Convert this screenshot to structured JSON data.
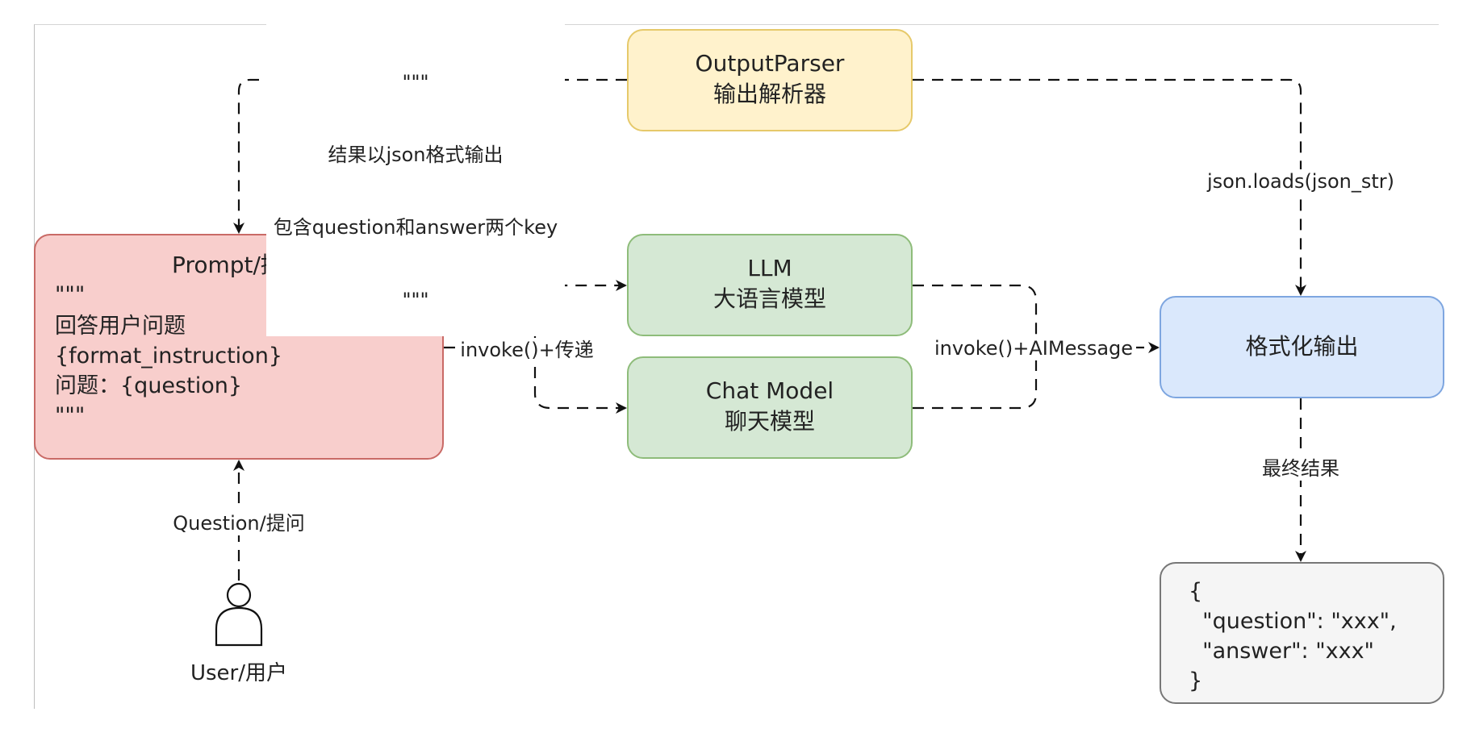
{
  "nodes": {
    "output_parser": {
      "line1": "OutputParser",
      "line2": "输出解析器"
    },
    "prompt": {
      "title": "Prompt/提示",
      "lines": [
        "\"\"\"",
        "回答用户问题",
        "{format_instruction}",
        "问题：{question}",
        "\"\"\""
      ]
    },
    "llm": {
      "line1": "LLM",
      "line2": "大语言模型"
    },
    "chat_model": {
      "line1": "Chat Model",
      "line2": "聊天模型"
    },
    "format_output": {
      "label": "格式化输出"
    },
    "result": {
      "lines": [
        "{",
        "  \"question\": \"xxx\",",
        "  \"answer\": \"xxx\"",
        "}"
      ]
    },
    "user": {
      "label": "User/用户"
    }
  },
  "edges": {
    "parser_to_prompt": {
      "lines": [
        "\"\"\"",
        "结果以json格式输出",
        "包含question和answer两个key",
        "\"\"\""
      ]
    },
    "parser_to_format": {
      "label": "json.loads(json_str)"
    },
    "prompt_to_models": {
      "label": "invoke()+传递"
    },
    "models_to_format": {
      "label": "invoke()+AIMessage"
    },
    "format_to_result": {
      "label": "最终结果"
    },
    "user_to_prompt": {
      "label": "Question/提问"
    }
  },
  "colors": {
    "output_parser_fill": "#fff2cc",
    "prompt_fill": "#f8cecc",
    "model_fill": "#d5e8d4",
    "format_fill": "#dae8fc",
    "result_fill": "#f5f5f5"
  }
}
